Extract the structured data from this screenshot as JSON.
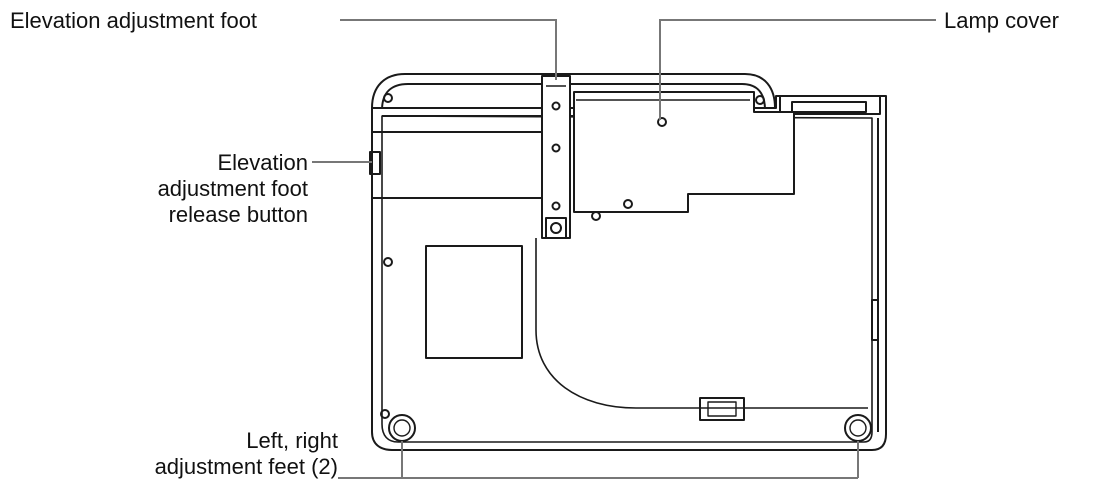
{
  "labels": {
    "elevation_foot": "Elevation adjustment foot",
    "lamp_cover": "Lamp cover",
    "release_button": {
      "line1": "Elevation",
      "line2": "adjustment foot",
      "line3": "release button"
    },
    "adjustment_feet": {
      "line1": "Left, right",
      "line2": "adjustment feet (2)"
    }
  },
  "colors": {
    "ink": "#1a1a1a",
    "body_fill": "#ffffff",
    "leader": "#777777"
  }
}
